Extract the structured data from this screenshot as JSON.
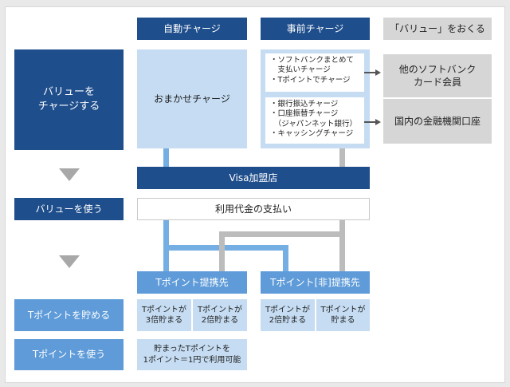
{
  "headers": {
    "auto_charge": "自動チャージ",
    "pre_charge": "事前チャージ",
    "send_value": "「バリュー」をおくる"
  },
  "left": {
    "charge_value": "バリューを\nチャージする",
    "use_value": "バリューを使う",
    "save_points": "Tポイントを貯める",
    "use_points": "Tポイントを使う"
  },
  "auto": {
    "omakase": "おまかせチャージ"
  },
  "pre": {
    "group1": [
      "・ソフトバンクまとめて",
      "　支払いチャージ",
      "・Tポイントでチャージ"
    ],
    "group2": [
      "・銀行振込チャージ",
      "・口座振替チャージ",
      "　（ジャパンネット銀行）",
      "・キャッシングチャージ"
    ]
  },
  "send": {
    "softbank_members": "他のソフトバンク\nカード会員",
    "domestic_banks": "国内の金融機関口座"
  },
  "visa": "Visa加盟店",
  "payment": "利用代金の支払い",
  "partners": {
    "partner": "Tポイント提携先",
    "non_partner": "Tポイント[非]提携先",
    "x3": "Tポイントが\n3倍貯まる",
    "x2a": "Tポイントが\n2倍貯まる",
    "x2b": "Tポイントが\n2倍貯まる",
    "x1": "Tポイントが\n貯まる",
    "redeem": "貯まったTポイントを\n1ポイント＝1円で利用可能"
  },
  "colors": {
    "navy": "#1f4e8c",
    "blue": "#5e9bd8",
    "pale_blue": "#c5dcf2",
    "flow_blue": "#75aee3",
    "flow_grey": "#bcbcbc",
    "grey_box": "#d6d6d6"
  },
  "icons": [
    "down-triangle-icon",
    "right-arrow-icon"
  ]
}
